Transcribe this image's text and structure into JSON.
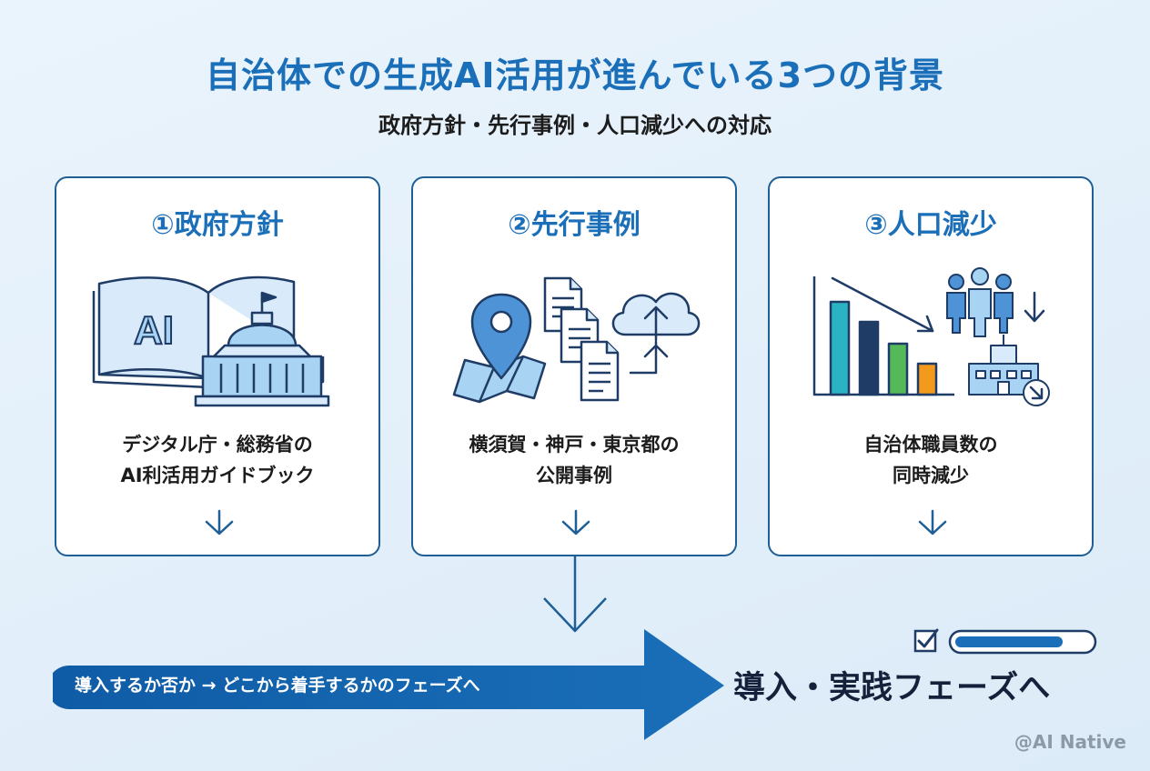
{
  "header": {
    "title": "自治体での生成AI活用が進んでいる3つの背景",
    "subtitle": "政府方針・先行事例・人口減少への対応"
  },
  "cards": [
    {
      "title": "①政府方針",
      "icon": "ai-book-and-capitol-icon",
      "icon_text": "AI",
      "desc_line1": "デジタル庁・総務省の",
      "desc_line2": "AI利活用ガイドブック"
    },
    {
      "title": "②先行事例",
      "icon": "map-documents-cloud-icon",
      "desc_line1": "横須賀・神戸・東京都の",
      "desc_line2": "公開事例"
    },
    {
      "title": "③人口減少",
      "icon": "declining-chart-and-people-icon",
      "desc_line1": "自治体職員数の",
      "desc_line2": "同時減少"
    }
  ],
  "flow": {
    "band_text": "導入するか否か → どこから着手するかのフェーズへ",
    "outcome": "導入・実践フェーズへ",
    "progress_fraction": 0.8
  },
  "credit": "@AI Native",
  "colors": {
    "primary_blue": "#1a6fb8",
    "dark_navy": "#15213a",
    "card_border": "#1f5f96",
    "light_blue": "#a9d3f2",
    "teal": "#2bb3c3",
    "green": "#55b95a",
    "orange": "#f39a1e",
    "background": "#e3eff9"
  }
}
